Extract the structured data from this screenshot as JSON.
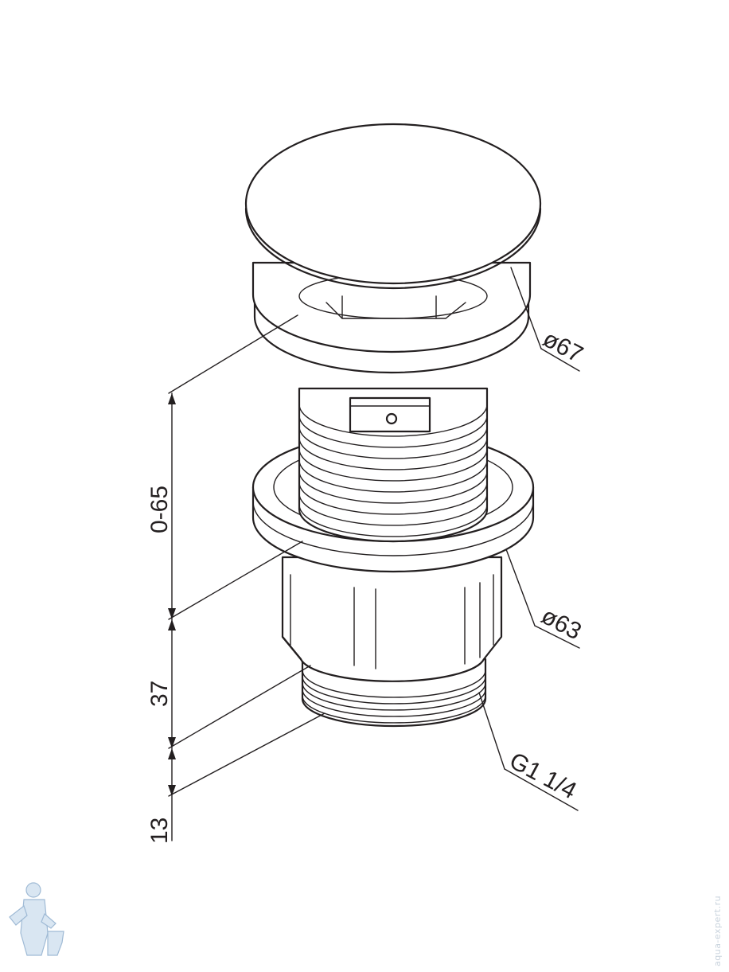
{
  "dimensions": {
    "cap_diameter": "ø67",
    "flange_diameter": "ø63",
    "thread": "G1 1/4",
    "adjust_range": "0-65",
    "body_height": "37",
    "thread_height": "13"
  },
  "watermark": "aqua-expert.ru",
  "colors": {
    "line": "#231f20",
    "logo": "#9fbad5"
  }
}
